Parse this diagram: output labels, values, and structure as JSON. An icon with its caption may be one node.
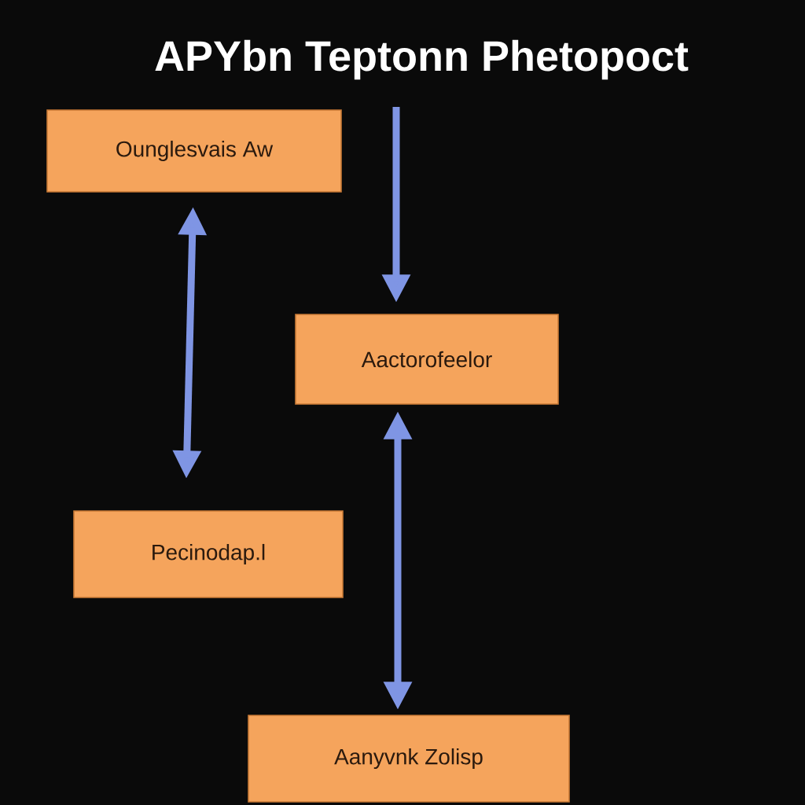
{
  "diagram": {
    "title": "APYbn Teptonn Phetopoct",
    "nodes": [
      {
        "text": [
          "Ounglesvais Aw"
        ]
      },
      {
        "text": [
          "Aactorofeelor"
        ]
      },
      {
        "text": [
          "Pecinodap.l"
        ]
      },
      {
        "text": [
          "Aanyvnk Zolisp"
        ]
      }
    ],
    "edges": [
      {
        "from": null,
        "to": 1,
        "arrow": "to"
      },
      {
        "from": 0,
        "to": 2,
        "arrow": "both"
      },
      {
        "from": 1,
        "to": 3,
        "arrow": "both"
      }
    ]
  }
}
